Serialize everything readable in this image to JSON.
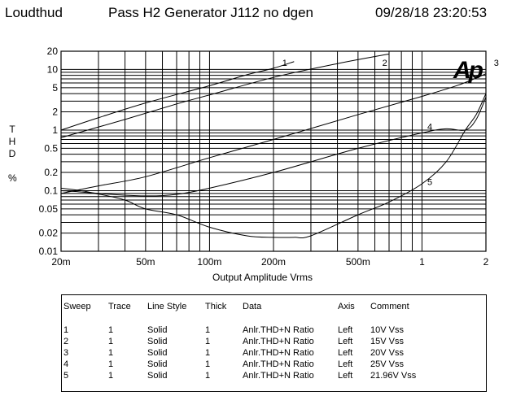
{
  "header": {
    "left": "Loudthud",
    "title": "Pass H2 Generator J112 no dgen",
    "datetime": "09/28/18 23:20:53"
  },
  "logo_text": "Ap",
  "chart_data": {
    "type": "line",
    "xlabel": "Output Amplitude Vrms",
    "ylabel_chars": [
      "T",
      "H",
      "D",
      "",
      "%"
    ],
    "x_scale": "log",
    "y_scale": "log",
    "xlim": [
      0.02,
      2
    ],
    "ylim": [
      0.01,
      20
    ],
    "x_ticks": [
      {
        "value": 0.02,
        "label": "20m"
      },
      {
        "value": 0.05,
        "label": "50m"
      },
      {
        "value": 0.1,
        "label": "100m"
      },
      {
        "value": 0.2,
        "label": "200m"
      },
      {
        "value": 0.5,
        "label": "500m"
      },
      {
        "value": 1,
        "label": "1"
      },
      {
        "value": 2,
        "label": "2"
      }
    ],
    "y_ticks": [
      {
        "value": 20,
        "label": "20"
      },
      {
        "value": 10,
        "label": "10"
      },
      {
        "value": 5,
        "label": "5"
      },
      {
        "value": 2,
        "label": "2"
      },
      {
        "value": 1,
        "label": "1"
      },
      {
        "value": 0.5,
        "label": "0.5"
      },
      {
        "value": 0.2,
        "label": "0.2"
      },
      {
        "value": 0.1,
        "label": "0.1"
      },
      {
        "value": 0.05,
        "label": "0.05"
      },
      {
        "value": 0.02,
        "label": "0.02"
      },
      {
        "value": 0.01,
        "label": "0.01"
      }
    ],
    "grid": true,
    "series": [
      {
        "label": "1",
        "points": [
          [
            0.02,
            1.0
          ],
          [
            0.03,
            1.6
          ],
          [
            0.05,
            2.8
          ],
          [
            0.1,
            5.4
          ],
          [
            0.15,
            8.2
          ],
          [
            0.2,
            10.5
          ],
          [
            0.25,
            13.5
          ]
        ]
      },
      {
        "label": "2",
        "points": [
          [
            0.02,
            0.75
          ],
          [
            0.04,
            1.5
          ],
          [
            0.07,
            2.7
          ],
          [
            0.1,
            3.8
          ],
          [
            0.2,
            7.4
          ],
          [
            0.4,
            12.5
          ],
          [
            0.7,
            18
          ]
        ]
      },
      {
        "label": "3",
        "points": [
          [
            0.02,
            0.09
          ],
          [
            0.03,
            0.12
          ],
          [
            0.05,
            0.17
          ],
          [
            0.1,
            0.35
          ],
          [
            0.2,
            0.7
          ],
          [
            0.5,
            1.8
          ],
          [
            1,
            3.6
          ],
          [
            1.5,
            5.6
          ],
          [
            2,
            8.5
          ]
        ]
      },
      {
        "label": "4",
        "points": [
          [
            0.02,
            0.11
          ],
          [
            0.025,
            0.1
          ],
          [
            0.03,
            0.09
          ],
          [
            0.05,
            0.082
          ],
          [
            0.07,
            0.087
          ],
          [
            0.1,
            0.11
          ],
          [
            0.2,
            0.2
          ],
          [
            0.5,
            0.5
          ],
          [
            1,
            0.9
          ],
          [
            1.3,
            1.05
          ],
          [
            1.6,
            1.0
          ],
          [
            1.8,
            1.5
          ],
          [
            2,
            3.5
          ]
        ]
      },
      {
        "label": "5",
        "points": [
          [
            0.02,
            0.1
          ],
          [
            0.025,
            0.095
          ],
          [
            0.03,
            0.088
          ],
          [
            0.04,
            0.07
          ],
          [
            0.05,
            0.05
          ],
          [
            0.07,
            0.04
          ],
          [
            0.1,
            0.025
          ],
          [
            0.15,
            0.018
          ],
          [
            0.2,
            0.017
          ],
          [
            0.25,
            0.017
          ],
          [
            0.3,
            0.018
          ],
          [
            0.5,
            0.04
          ],
          [
            0.7,
            0.065
          ],
          [
            1,
            0.13
          ],
          [
            1.3,
            0.3
          ],
          [
            1.6,
            1.0
          ],
          [
            1.8,
            1.8
          ],
          [
            2,
            4.0
          ]
        ]
      }
    ],
    "curve_labels": [
      {
        "text": "1",
        "at": [
          0.22,
          13
        ]
      },
      {
        "text": "2",
        "at": [
          0.65,
          13
        ]
      },
      {
        "text": "3",
        "at": [
          2.18,
          13
        ]
      },
      {
        "text": "4",
        "at": [
          1.06,
          1.15
        ]
      },
      {
        "text": "5",
        "at": [
          1.06,
          0.14
        ]
      }
    ]
  },
  "legend": {
    "headers": [
      "Sweep",
      "Trace",
      "Line Style",
      "Thick",
      "Data",
      "Axis",
      "Comment"
    ],
    "rows": [
      [
        "1",
        "1",
        "Solid",
        "1",
        "Anlr.THD+N Ratio",
        "Left",
        "10V Vss"
      ],
      [
        "2",
        "1",
        "Solid",
        "1",
        "Anlr.THD+N Ratio",
        "Left",
        "15V Vss"
      ],
      [
        "3",
        "1",
        "Solid",
        "1",
        "Anlr.THD+N Ratio",
        "Left",
        "20V Vss"
      ],
      [
        "4",
        "1",
        "Solid",
        "1",
        "Anlr.THD+N Ratio",
        "Left",
        "25V Vss"
      ],
      [
        "5",
        "1",
        "Solid",
        "1",
        "Anlr.THD+N Ratio",
        "Left",
        "21.96V Vss"
      ]
    ]
  }
}
